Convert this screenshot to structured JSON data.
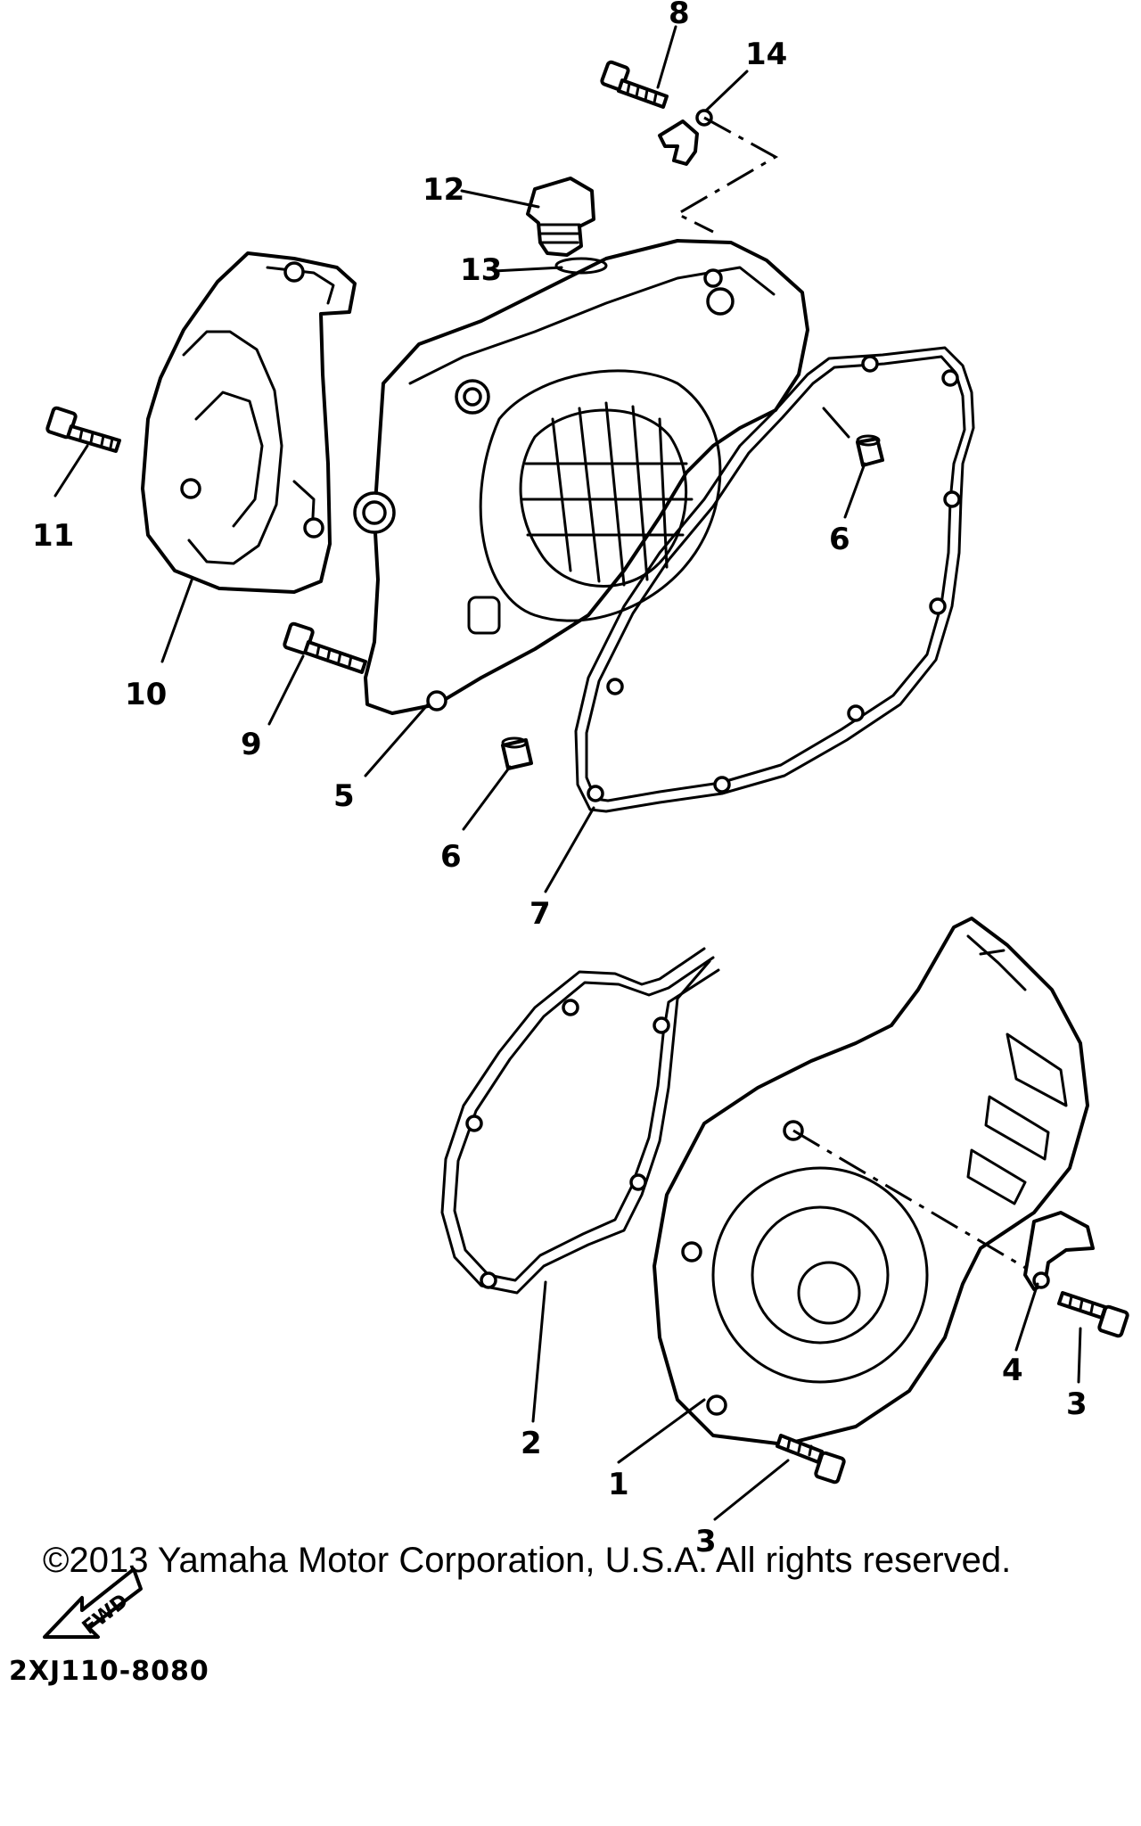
{
  "diagram": {
    "drawing_code": "2XJ110-8080",
    "fwd_label": "FWD",
    "callouts": [
      "1",
      "2",
      "3",
      "3",
      "4",
      "5",
      "6",
      "6",
      "7",
      "8",
      "9",
      "10",
      "11",
      "12",
      "13",
      "14"
    ]
  },
  "footer": {
    "copyright": "©2013 Yamaha Motor Corporation, U.S.A. All rights reserved."
  }
}
